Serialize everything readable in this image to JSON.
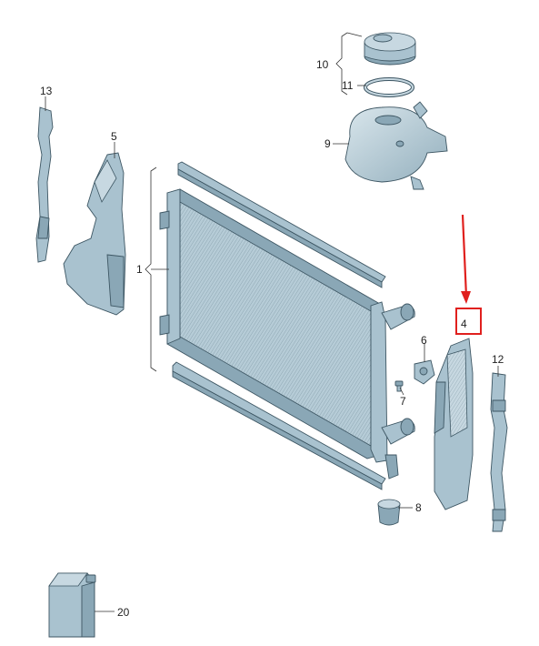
{
  "callouts": {
    "c1": "1",
    "c4": "4",
    "c5": "5",
    "c6": "6",
    "c7": "7",
    "c8": "8",
    "c9": "9",
    "c10": "10",
    "c11": "11",
    "c12": "12",
    "c13": "13",
    "c20": "20"
  },
  "colors": {
    "part_fill": "#a9c2cf",
    "part_outline": "#3d5663",
    "highlight": "#e0201e"
  },
  "highlighted_callout": "4"
}
